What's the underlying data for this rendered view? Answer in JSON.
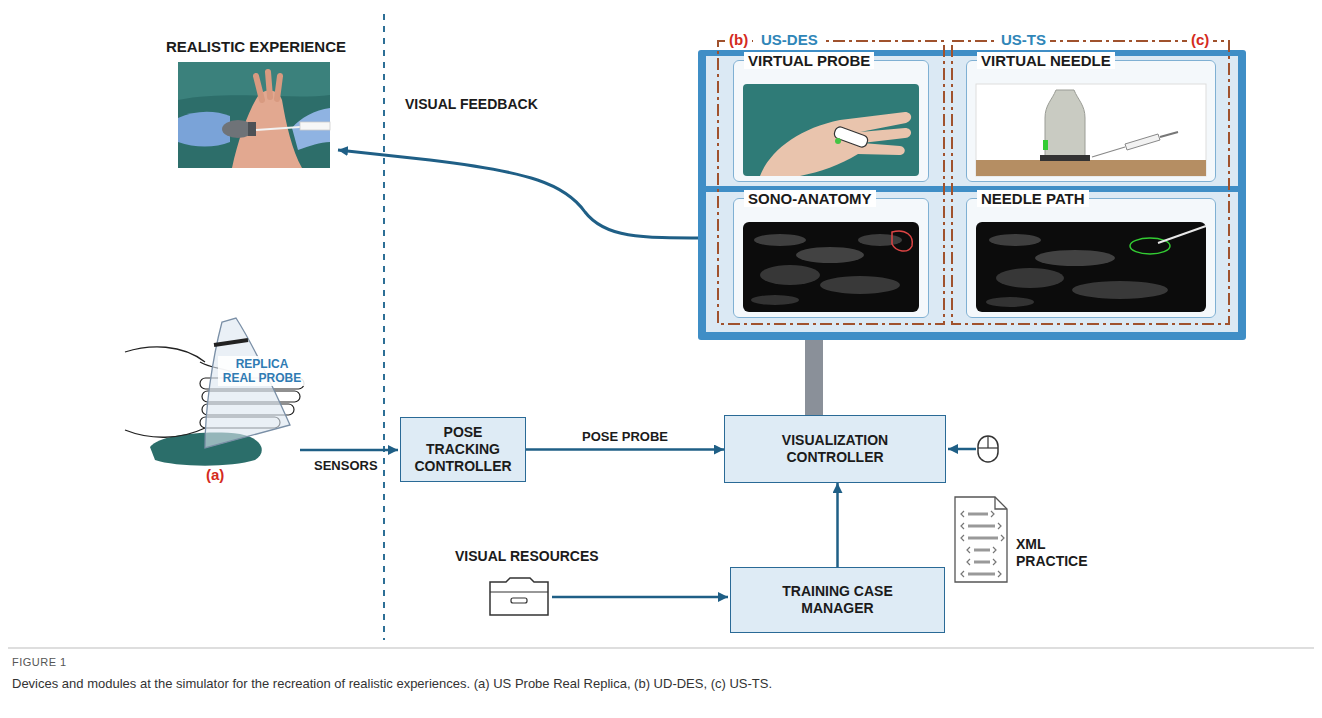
{
  "diagram": {
    "caption": "Devices and modules at the simulator for the recreation of realistic experiences. (a) US Probe Real Replica, (b) UD-DES, (c) US-TS.",
    "nodes": [
      {
        "text": [
          "(b)",
          "US-DES"
        ]
      },
      {
        "text": [
          "VIRTUAL PROBE"
        ],
        "in": 0
      },
      {
        "text": [
          "SONO-ANATOMY"
        ],
        "in": 0
      },
      {
        "text": [
          "US-TS",
          "(c)"
        ]
      },
      {
        "text": [
          "VIRTUAL NEEDLE"
        ],
        "in": 3
      },
      {
        "text": [
          "NEEDLE PATH"
        ],
        "in": 3
      },
      {
        "text": [
          "POSE TRACKING CONTROLLER"
        ]
      },
      {
        "text": [
          "VISUALIZATION CONTROLLER"
        ]
      },
      {
        "text": [
          "TRAINING CASE MANAGER"
        ]
      }
    ],
    "edges": [
      {
        "from": 6,
        "to": 7,
        "label": "POSE PROBE",
        "arrow": "to"
      },
      {
        "from": 8,
        "to": 7,
        "arrow": "to"
      }
    ],
    "labels": [
      "REALISTIC EXPERIENCE",
      "VISUAL FEEDBACK",
      "REPLICA REAL PROBE",
      "(a)",
      "SENSORS",
      "VISUAL RESOURCES",
      "XML PRACTICE",
      "FIGURE 1"
    ]
  }
}
